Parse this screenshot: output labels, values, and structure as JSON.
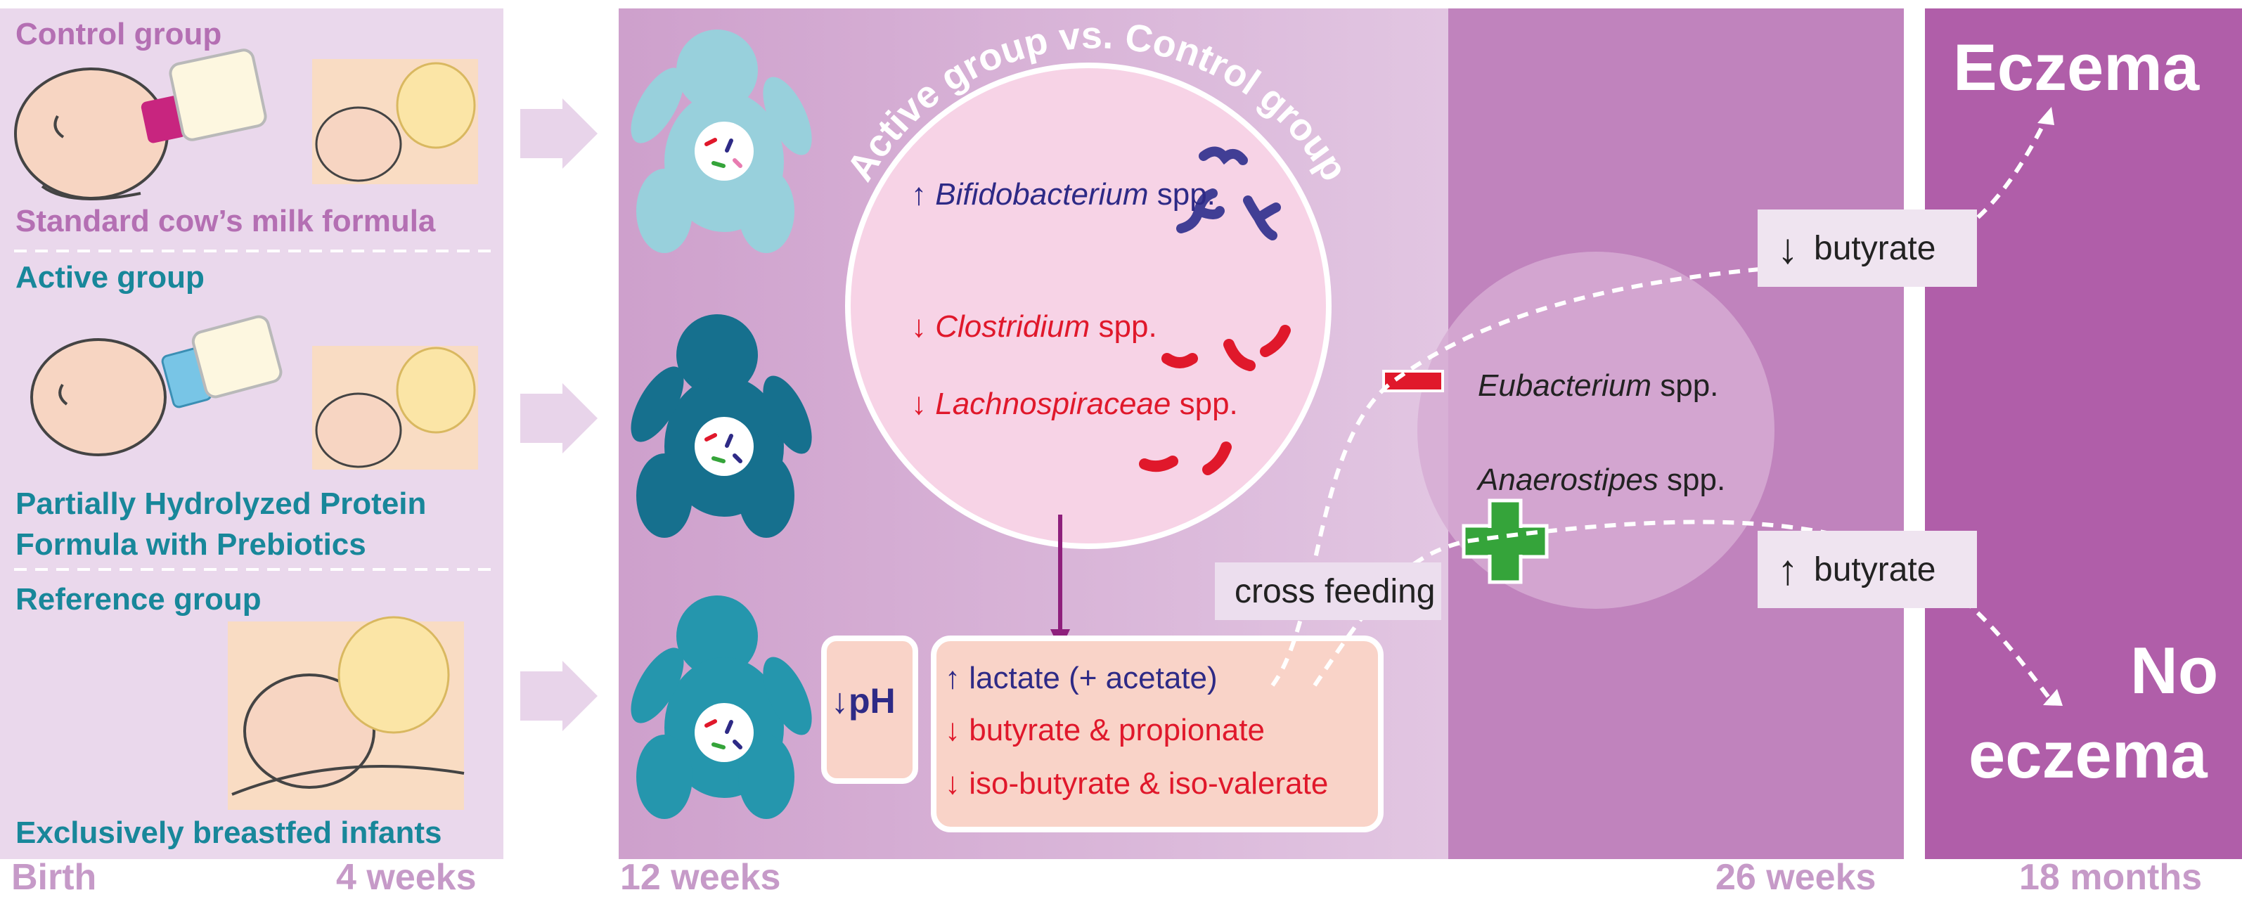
{
  "left_panel": {
    "control_group": {
      "title": "Control group",
      "subtitle": "Standard cow’s milk formula"
    },
    "active_group": {
      "title": "Active group",
      "subtitle_line1": "Partially Hydrolyzed Protein",
      "subtitle_line2": "Formula with Prebiotics"
    },
    "reference_group": {
      "title": "Reference group",
      "subtitle": "Exclusively breastfed infants"
    }
  },
  "comparison": {
    "arc_title": "Active group vs. Control group",
    "taxa": [
      {
        "arrow": "↑",
        "name": "Bifidobacterium",
        "suffix": " spp.",
        "color": "#2e2a86"
      },
      {
        "arrow": "↓",
        "name": "Clostridium",
        "suffix": " spp.",
        "color": "#e0182b"
      },
      {
        "arrow": "↓",
        "name": "Lachnospiraceae",
        "suffix": " spp.",
        "color": "#e0182b"
      }
    ]
  },
  "ph_box": {
    "arrow": "↓",
    "label": "pH"
  },
  "metabolites": [
    {
      "arrow": "↑",
      "label": "lactate (+ acetate)",
      "color": "#2e2a86"
    },
    {
      "arrow": "↓",
      "label": "butyrate & propionate",
      "color": "#e0182b"
    },
    {
      "arrow": "↓",
      "label": "iso-butyrate & iso-valerate",
      "color": "#e0182b"
    }
  ],
  "cross_feeding": "cross feeding",
  "butyrate_producers": [
    {
      "name": "Eubacterium",
      "suffix": " spp."
    },
    {
      "name": "Anaerostipes",
      "suffix": " spp."
    }
  ],
  "butyrate_boxes": [
    {
      "arrow": "↓",
      "label": "butyrate"
    },
    {
      "arrow": "↑",
      "label": "butyrate"
    }
  ],
  "outcomes": {
    "eczema": "Eczema",
    "no_eczema_line1": "No",
    "no_eczema_line2": "eczema"
  },
  "timeline": [
    "Birth",
    "4 weeks",
    "12 weeks",
    "26 weeks",
    "18 months"
  ],
  "colors": {
    "control_text": "#b46fb3",
    "active_text": "#18879a",
    "left_bg": "#ead8ec",
    "panel_12w": "#d3a8d1",
    "panel_26w": "#c083bd",
    "panel_18m": "#b05ea9",
    "timeline": "#c69ac8",
    "minus": "#e0182b",
    "plus": "#35a43a"
  }
}
